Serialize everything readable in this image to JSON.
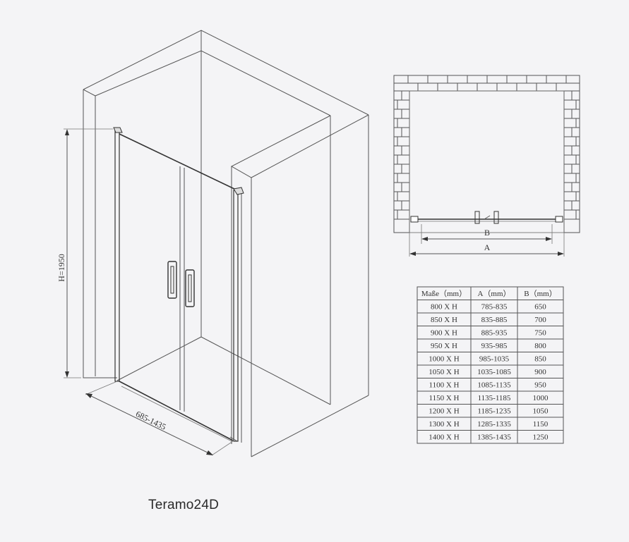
{
  "product": {
    "name": "Teramo24D"
  },
  "iso_view": {
    "height_label": "H=1950",
    "width_label": "685-1435"
  },
  "plan_view": {
    "dim_b": "B",
    "dim_a": "A"
  },
  "size_table": {
    "headers": [
      "Maße（mm）",
      "A（mm）",
      "B（mm）"
    ],
    "rows": [
      [
        "800 X H",
        "785-835",
        "650"
      ],
      [
        "850 X H",
        "835-885",
        "700"
      ],
      [
        "900 X H",
        "885-935",
        "750"
      ],
      [
        "950 X H",
        "935-985",
        "800"
      ],
      [
        "1000 X H",
        "985-1035",
        "850"
      ],
      [
        "1050 X H",
        "1035-1085",
        "900"
      ],
      [
        "1100 X H",
        "1085-1135",
        "950"
      ],
      [
        "1150 X H",
        "1135-1185",
        "1000"
      ],
      [
        "1200 X H",
        "1185-1235",
        "1050"
      ],
      [
        "1300 X H",
        "1285-1335",
        "1150"
      ],
      [
        "1400 X H",
        "1385-1435",
        "1250"
      ]
    ]
  },
  "colors": {
    "background": "#f4f4f6",
    "line": "#555555"
  }
}
